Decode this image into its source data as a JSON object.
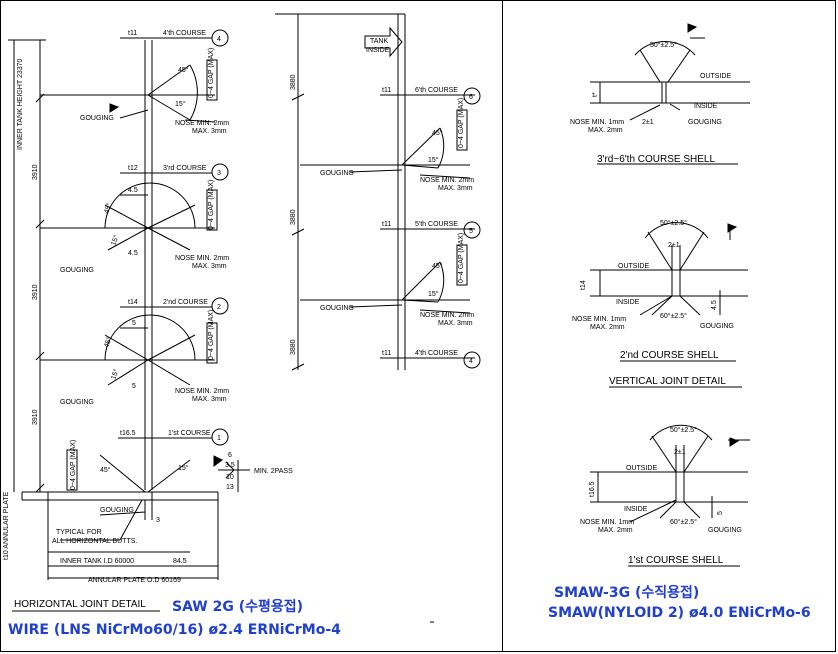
{
  "colors": {
    "line": "#000000",
    "caption": "#1f3fd0",
    "gap_box": "#000000"
  },
  "horizontal": {
    "inner_tank_height": "INNER TANK HEIGHT 23370",
    "courses_left": [
      {
        "thk": "t11",
        "name": "4'th COURSE",
        "num": "4"
      },
      {
        "thk": "t12",
        "name": "3'rd COURSE",
        "num": "3"
      },
      {
        "thk": "t14",
        "name": "2'nd COURSE",
        "num": "2"
      },
      {
        "thk": "t16.5",
        "name": "1'st COURSE",
        "num": "1"
      }
    ],
    "courses_right": [
      {
        "thk": "t11",
        "name": "6'th COURSE",
        "num": "6"
      },
      {
        "thk": "t11",
        "name": "5'th COURSE",
        "num": "5"
      },
      {
        "thk": "t11",
        "name": "4'th COURSE",
        "num": "4"
      }
    ],
    "heights_left": [
      "3910",
      "3910",
      "3910"
    ],
    "heights_right": [
      "3880",
      "3880",
      "3880"
    ],
    "gap": "0~4 GAP (MAX)",
    "gouging": "GOUGING",
    "nose_1": "NOSE MIN. 2mm",
    "nose_2": "MAX. 3mm",
    "angle_45": "45°",
    "angle_15": "15°",
    "dim_45": "4.5",
    "dim_5": "5",
    "dim_3": "3",
    "tank_inside": [
      "TANK",
      "INSIDE"
    ],
    "annular": "t10 ANNULAR PLATE",
    "typical_1": "TYPICAL FOR",
    "typical_2": "ALL HORIZONTAL BUTTS.",
    "inner_tank_id": "INNER TANK I.D 60000",
    "dim_845": "84.5",
    "annular_od": "ANNULAR PLATE O.D 60169",
    "fillet_dims": [
      "6",
      "3.5",
      "10",
      "13"
    ],
    "min_pass": "MIN. 2PASS"
  },
  "vertical": {
    "bevel_angle": "50°±2.5°",
    "bevel_angle_60": "60°±2.5°",
    "outside": "OUTSIDE",
    "inside": "INSIDE",
    "gouging": "GOUGING",
    "nose_1": "NOSE MIN. 1mm",
    "nose_2": "MAX. 2mm",
    "gap": "2±1",
    "t_top": "t*",
    "t_mid": "t14",
    "t_bot": "t16.5",
    "dim_45": "4.5",
    "dim_5": "5",
    "title_top": "3'rd~6'th COURSE SHELL",
    "title_mid": "2'nd COURSE SHELL",
    "title_vjd": "VERTICAL JOINT DETAIL",
    "title_bot": "1'st COURSE SHELL"
  },
  "captions": {
    "horizontal_detail": "HORIZONTAL JOINT DETAIL",
    "saw": "SAW 2G (수평용접)",
    "wire": "WIRE (LNS NiCrMo60/16) ø2.4 ERNiCrMo-4",
    "smaw3g": "SMAW-3G (수직용접)",
    "smaw_spec": "SMAW(NYLOID 2) ø4.0 ENiCrMo-6"
  }
}
